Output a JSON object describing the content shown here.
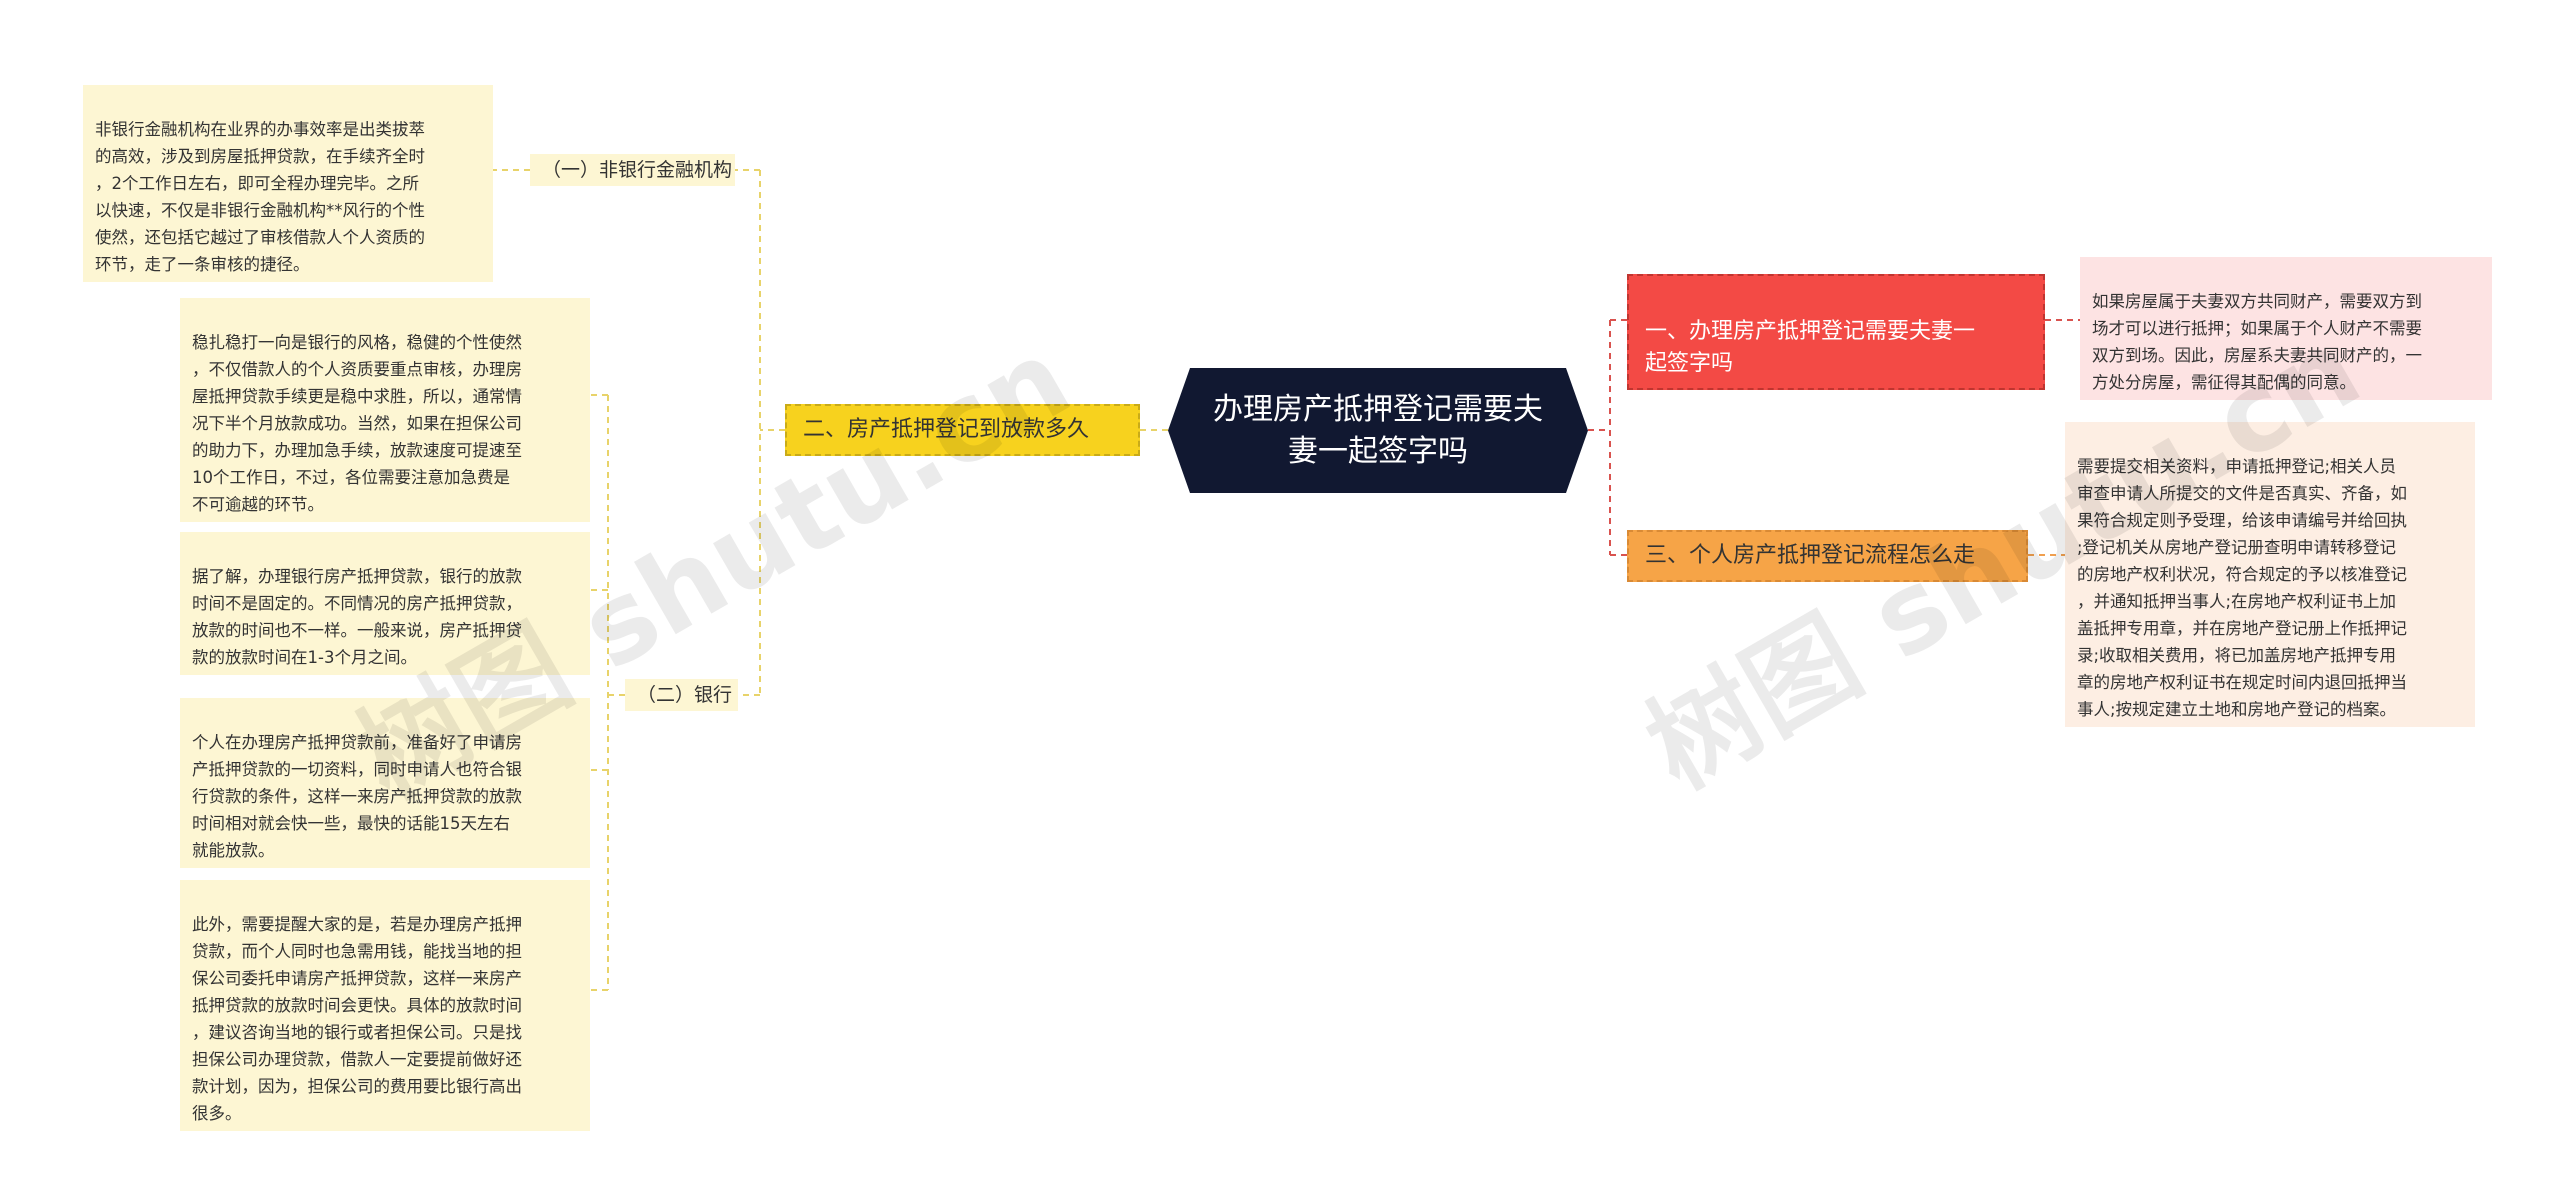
{
  "root": {
    "title": "办理房产抵押登记需要夫妻一起签字吗"
  },
  "left": {
    "branch": "二、房产抵押登记到放款多久",
    "subs": [
      {
        "label": "（一）非银行金融机构",
        "leaves": [
          "非银行金融机构在业界的办事效率是出类拔萃\n的高效，涉及到房屋抵押贷款，在手续齐全时\n，2个工作日左右，即可全程办理完毕。之所\n以快速，不仅是非银行金融机构**风行的个性\n使然，还包括它越过了审核借款人个人资质的\n环节，走了一条审核的捷径。"
        ]
      },
      {
        "label": "（二）银行",
        "leaves": [
          "稳扎稳打一向是银行的风格，稳健的个性使然\n，不仅借款人的个人资质要重点审核，办理房\n屋抵押贷款手续更是稳中求胜，所以，通常情\n况下半个月放款成功。当然，如果在担保公司\n的助力下，办理加急手续，放款速度可提速至\n10个工作日，不过，各位需要注意加急费是\n不可逾越的环节。",
          "据了解，办理银行房产抵押贷款，银行的放款\n时间不是固定的。不同情况的房产抵押贷款，\n放款的时间也不一样。一般来说，房产抵押贷\n款的放款时间在1-3个月之间。",
          "个人在办理房产抵押贷款前，准备好了申请房\n产抵押贷款的一切资料，同时申请人也符合银\n行贷款的条件，这样一来房产抵押贷款的放款\n时间相对就会快一些，最快的话能15天左右\n就能放款。",
          "此外，需要提醒大家的是，若是办理房产抵押\n贷款，而个人同时也急需用钱，能找当地的担\n保公司委托申请房产抵押贷款，这样一来房产\n抵押贷款的放款时间会更快。具体的放款时间\n，建议咨询当地的银行或者担保公司。只是找\n担保公司办理贷款，借款人一定要提前做好还\n款计划，因为，担保公司的费用要比银行高出\n很多。"
        ]
      }
    ]
  },
  "right": [
    {
      "branch": "一、办理房产抵押登记需要夫妻一\n起签字吗",
      "leaf": "如果房屋属于夫妻双方共同财产，需要双方到\n场才可以进行抵押；如果属于个人财产不需要\n双方到场。因此，房屋系夫妻共同财产的，一\n方处分房屋，需征得其配偶的同意。"
    },
    {
      "branch": "三、个人房产抵押登记流程怎么走",
      "leaf": "需要提交相关资料，申请抵押登记;相关人员\n审查申请人所提交的文件是否真实、齐备，如\n果符合规定则予受理，给该申请编号并给回执\n;登记机关从房地产登记册查明申请转移登记\n的房地产权利状况，符合规定的予以核准登记\n，并通知抵押当事人;在房地产权利证书上加\n盖抵押专用章，并在房地产登记册上作抵押记\n录;收取相关费用，将已加盖房地产抵押专用\n章的房地产权利证书在规定时间内退回抵押当\n事人;按规定建立土地和房地产登记的档案。"
    }
  ],
  "watermark": "树图 shutu.cn",
  "colors": {
    "root_bg": "#111831",
    "left_branch": "#f7d21e",
    "right_branch_1": "#f34a45",
    "right_branch_2": "#f6a447",
    "leaf_yellow": "#fdf6d3",
    "leaf_pink": "#fde3e3",
    "leaf_peach": "#fdeee3",
    "connector_left": "#e8d36a",
    "connector_right_1": "#d9534f",
    "connector_right_2": "#f0a050"
  }
}
